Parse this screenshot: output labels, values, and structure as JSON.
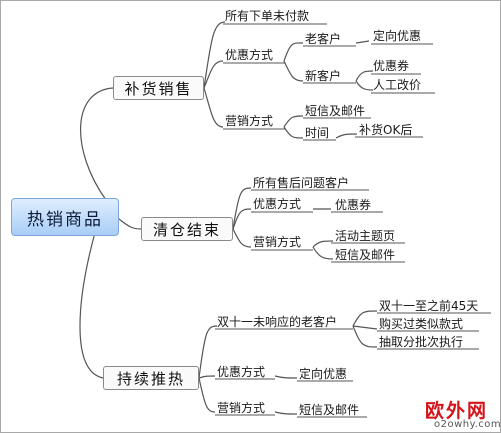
{
  "root": {
    "label": "热销商品"
  },
  "branches": [
    {
      "label": "补货销售",
      "children": [
        {
          "label": "所有下单未付款"
        },
        {
          "label": "优惠方式",
          "children": [
            {
              "label": "老客户",
              "children": [
                {
                  "label": "定向优惠"
                }
              ]
            },
            {
              "label": "新客户",
              "children": [
                {
                  "label": "优惠券"
                },
                {
                  "label": "人工改价"
                }
              ]
            }
          ]
        },
        {
          "label": "营销方式",
          "children": [
            {
              "label": "短信及邮件"
            },
            {
              "label": "时间",
              "children": [
                {
                  "label": "补货OK后"
                }
              ]
            }
          ]
        }
      ]
    },
    {
      "label": "清仓结束",
      "children": [
        {
          "label": "所有售后问题客户"
        },
        {
          "label": "优惠方式",
          "children": [
            {
              "label": "优惠券"
            }
          ]
        },
        {
          "label": "营销方式",
          "children": [
            {
              "label": "活动主题页"
            },
            {
              "label": "短信及邮件"
            }
          ]
        }
      ]
    },
    {
      "label": "持续推热",
      "children": [
        {
          "label": "双十一未响应的老客户",
          "children": [
            {
              "label": "双十一至之前45天"
            },
            {
              "label": "购买过类似款式"
            },
            {
              "label": "抽取分批次执行"
            }
          ]
        },
        {
          "label": "优惠方式",
          "children": [
            {
              "label": "定向优惠"
            }
          ]
        },
        {
          "label": "营销方式",
          "children": [
            {
              "label": "短信及邮件"
            }
          ]
        }
      ]
    }
  ],
  "watermark": {
    "brand": "欧外网",
    "domain": "o2owhy.com"
  },
  "colors": {
    "line": "#555555",
    "root_fill_top": "#dfeeff",
    "root_fill_bottom": "#a9cdf6",
    "watermark": "#d4141b"
  }
}
